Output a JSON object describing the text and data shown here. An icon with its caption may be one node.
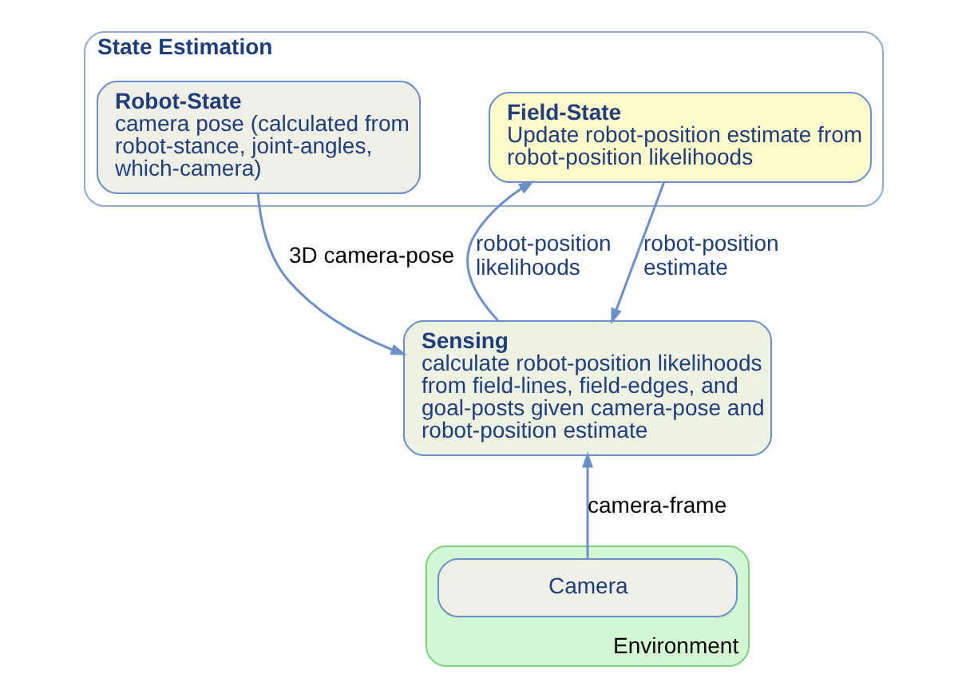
{
  "diagram": {
    "nodes": [
      {
        "text": [
          "State Estimation"
        ]
      },
      {
        "text": [
          "Field-State",
          "Update robot-position estimate from robot-position likelihoods"
        ],
        "in": 0
      },
      {
        "text": [
          "Robot-State",
          "camera pose (calculated from robot-stance, joint-angles, which-camera)"
        ],
        "in": 0
      },
      {
        "text": [
          "Sensing",
          "calculate robot-position likelihoods from field-lines, field-edges, and goal-posts given camera-pose and robot-position estimate"
        ]
      },
      {
        "text": [
          "Environment"
        ]
      },
      {
        "text": [
          "Camera"
        ],
        "in": 4
      }
    ],
    "edges": [
      {
        "from": 3,
        "to": 1,
        "arrow": "to",
        "label": "robot-position likelihoods"
      },
      {
        "from": 1,
        "to": 3,
        "arrow": "to",
        "label": "robot-position estimate"
      },
      {
        "from": 2,
        "to": 3,
        "arrow": "to",
        "label": "3D camera-pose"
      },
      {
        "from": 5,
        "to": 3,
        "arrow": "to",
        "label": "camera-frame"
      }
    ]
  }
}
